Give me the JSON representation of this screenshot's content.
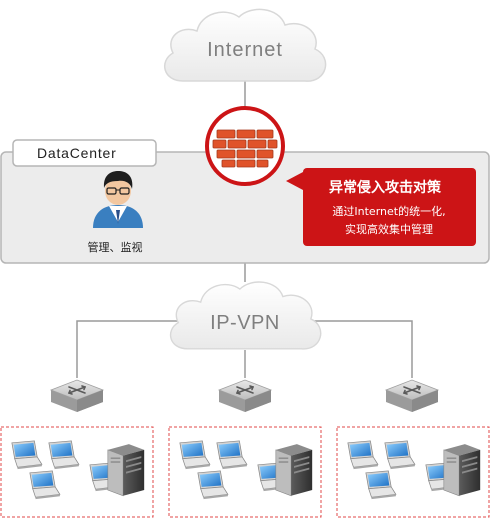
{
  "internet": {
    "label": "Internet"
  },
  "datacenter": {
    "label": "DataCenter"
  },
  "admin": {
    "label": "管理、监视"
  },
  "callout": {
    "title": "异常侵入攻击对策",
    "line1": "通过Internet的统一化,",
    "line2": "实现高效集中管理"
  },
  "vpn": {
    "label": "IP-VPN"
  },
  "colors": {
    "accent_red": "#cc1416",
    "dashed_red": "#e04848",
    "panel_bg": "#ececec",
    "panel_border": "#b5b5b5",
    "line_gray": "#9a9a9a"
  }
}
